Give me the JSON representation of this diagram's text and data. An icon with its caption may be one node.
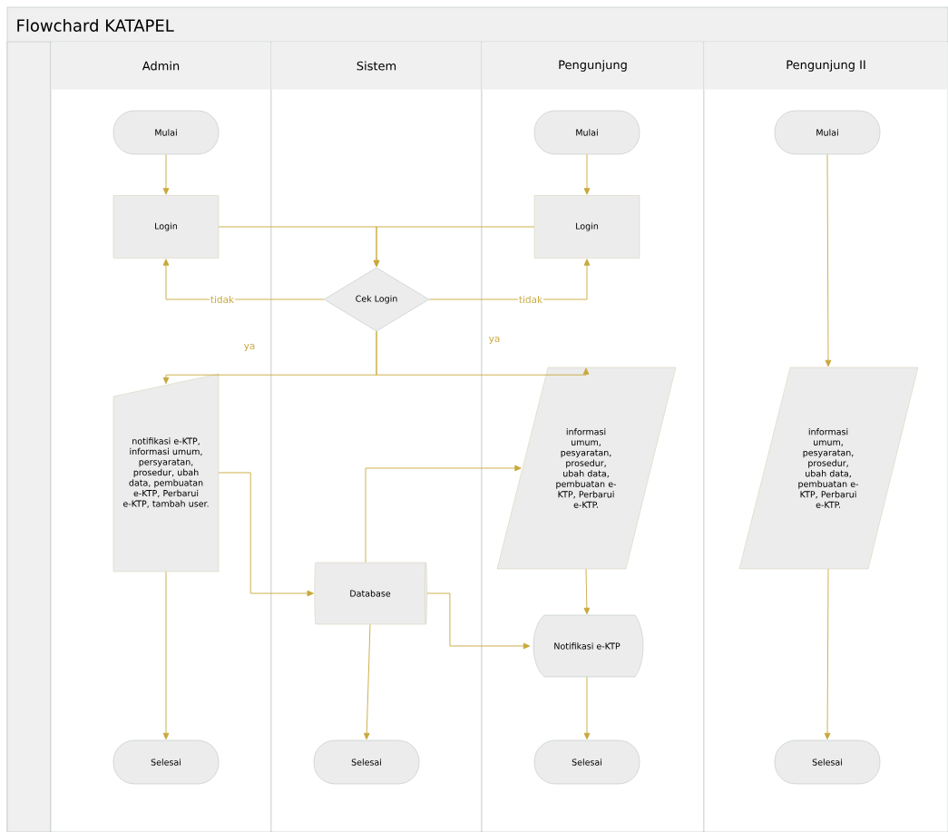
{
  "diagram": {
    "title": "Flowchard KATAPEL",
    "nodes": [
      {
        "text": [
          "Admin"
        ]
      },
      {
        "text": [
          "Sistem"
        ]
      },
      {
        "text": [
          "Pengunjung"
        ]
      },
      {
        "text": [
          "Pengunjung II"
        ]
      },
      {
        "text": [
          "Mulai"
        ],
        "in": 0
      },
      {
        "text": [
          "Login"
        ],
        "in": 0
      },
      {
        "text": [
          "Mulai"
        ],
        "in": 2
      },
      {
        "text": [
          "Login"
        ],
        "in": 2
      },
      {
        "text": [
          "Cek Login"
        ],
        "in": 1
      },
      {
        "text": [
          "notifikasi e-KTP, informasi umum, persyaratan, prosedur, ubah data, pembuatan e-KTP, Perbarui e-KTP, tambah user."
        ],
        "in": 0
      },
      {
        "text": [
          "Database"
        ],
        "in": 1
      },
      {
        "text": [
          "informasi umum, pesyaratan, prosedur, ubah data, pembuatan e-KTP, Perbarui e-KTP."
        ],
        "in": 2
      },
      {
        "text": [
          "Notifikasi e-KTP"
        ],
        "in": 2
      },
      {
        "text": [
          "Selesai"
        ],
        "in": 0
      },
      {
        "text": [
          "Selesai"
        ],
        "in": 1
      },
      {
        "text": [
          "Selesai"
        ],
        "in": 2
      },
      {
        "text": [
          "Mulai"
        ],
        "in": 3
      },
      {
        "text": [
          "informasi umum, pesyaratan, prosedur, ubah data, pembuatan e-KTP, Perbarui e-KTP."
        ],
        "in": 3
      },
      {
        "text": [
          "Selesai"
        ],
        "in": 3
      }
    ],
    "edges": [
      {
        "from": 4,
        "to": 5,
        "arrow": "to"
      },
      {
        "from": 6,
        "to": 7,
        "arrow": "to"
      },
      {
        "from": 5,
        "to": 8,
        "arrow": "to"
      },
      {
        "from": 7,
        "to": 8,
        "arrow": "to"
      },
      {
        "from": 8,
        "to": 5,
        "arrow": "to",
        "label": "tidak"
      },
      {
        "from": 8,
        "to": 7,
        "arrow": "to",
        "label": "tidak"
      },
      {
        "from": 8,
        "to": 9,
        "arrow": "to",
        "label": "ya"
      },
      {
        "from": 8,
        "to": 11,
        "arrow": "to",
        "label": "ya"
      },
      {
        "from": 9,
        "to": 10,
        "arrow": "to"
      },
      {
        "from": 10,
        "to": 11,
        "arrow": "to"
      },
      {
        "from": 10,
        "to": 12,
        "arrow": "to"
      },
      {
        "from": 11,
        "to": 12,
        "arrow": "to"
      },
      {
        "from": 9,
        "to": 13,
        "arrow": "to"
      },
      {
        "from": 10,
        "to": 14,
        "arrow": "to"
      },
      {
        "from": 12,
        "to": 15,
        "arrow": "to"
      },
      {
        "from": 16,
        "to": 17,
        "arrow": "to"
      },
      {
        "from": 17,
        "to": 18,
        "arrow": "to"
      }
    ]
  }
}
